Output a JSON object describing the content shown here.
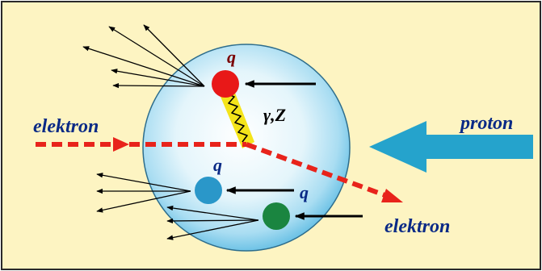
{
  "labels": {
    "electron_in": "elektron",
    "electron_out": "elektron",
    "proton": "proton",
    "exchange": "γ,Z",
    "quark_top": "q",
    "quark_left": "q",
    "quark_right": "q"
  },
  "colors": {
    "background": "#fdf4c2",
    "border": "#2a2a2a",
    "sphere_edge": "#2d6d8c",
    "sphere_inner": "#ffffff",
    "sphere_outer": "#6fc3e6",
    "electron": "#e8231b",
    "proton_arrow": "#25a3cc",
    "quark_red": "#e81818",
    "quark_blue": "#2a97c9",
    "quark_green": "#1a8540",
    "boson_band": "#f4e41a",
    "text_blue": "#0a2a86",
    "text_red": "#7a0000",
    "ink": "#000000"
  }
}
